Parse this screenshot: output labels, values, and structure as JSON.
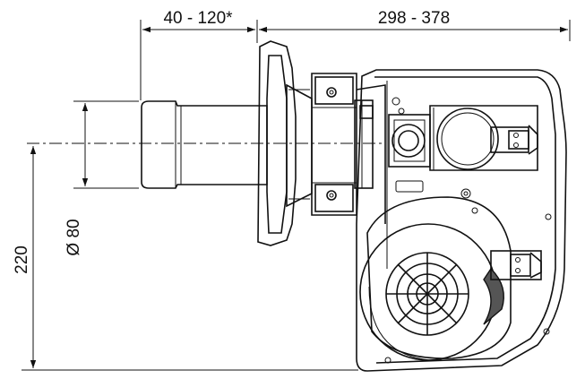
{
  "dimensions": {
    "head_length": "40 - 120*",
    "body_length": "298 - 378",
    "diameter": "Ø 80",
    "height": "220"
  },
  "colors": {
    "line": "#111111",
    "body_fill": "#ffffff",
    "shade_fill": "#e6e6e6",
    "dark_fill": "#555555"
  }
}
